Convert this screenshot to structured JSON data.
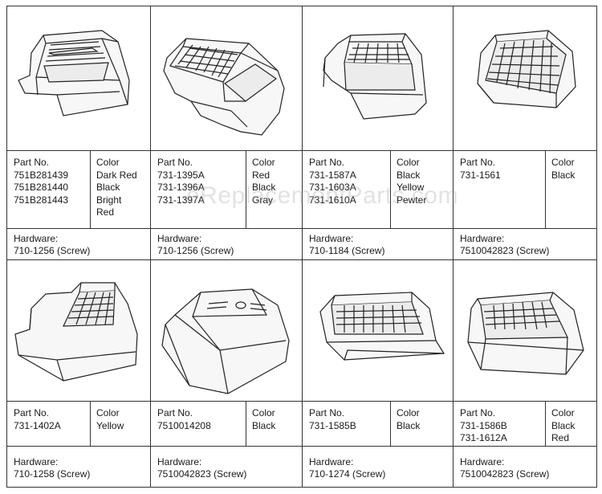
{
  "watermark": "eReplacementParts.com",
  "labels": {
    "part_no": "Part No.",
    "color": "Color",
    "hardware": "Hardware:"
  },
  "rows": [
    {
      "cells": [
        {
          "parts": [
            "751B281439",
            "751B281440",
            "751B281443"
          ],
          "colors": [
            "Dark Red",
            "Black",
            "Bright",
            "Red"
          ],
          "hardware": "710-1256 (Screw)"
        },
        {
          "parts": [
            "731-1395A",
            "731-1396A",
            "731-1397A"
          ],
          "colors": [
            "Red",
            "Black",
            "Gray"
          ],
          "hardware": "710-1256 (Screw)"
        },
        {
          "parts": [
            "731-1587A",
            "731-1603A",
            "731-1610A"
          ],
          "colors": [
            "Black",
            "Yellow",
            "Pewter"
          ],
          "hardware": "710-1184 (Screw)"
        },
        {
          "parts": [
            "731-1561"
          ],
          "colors": [
            "Black"
          ],
          "hardware": "7510042823 (Screw)"
        }
      ]
    },
    {
      "cells": [
        {
          "parts": [
            "731-1402A"
          ],
          "colors": [
            "Yellow"
          ],
          "hardware": "710-1258 (Screw)"
        },
        {
          "parts": [
            "7510014208"
          ],
          "colors": [
            "Black"
          ],
          "hardware": "7510042823 (Screw)"
        },
        {
          "parts": [
            "731-1585B"
          ],
          "colors": [
            "Black"
          ],
          "hardware": "710-1274 (Screw)"
        },
        {
          "parts": [
            "731-1586B",
            "731-1612A"
          ],
          "colors": [
            "Black",
            "Red"
          ],
          "hardware": "7510042823 (Screw)"
        }
      ]
    }
  ]
}
